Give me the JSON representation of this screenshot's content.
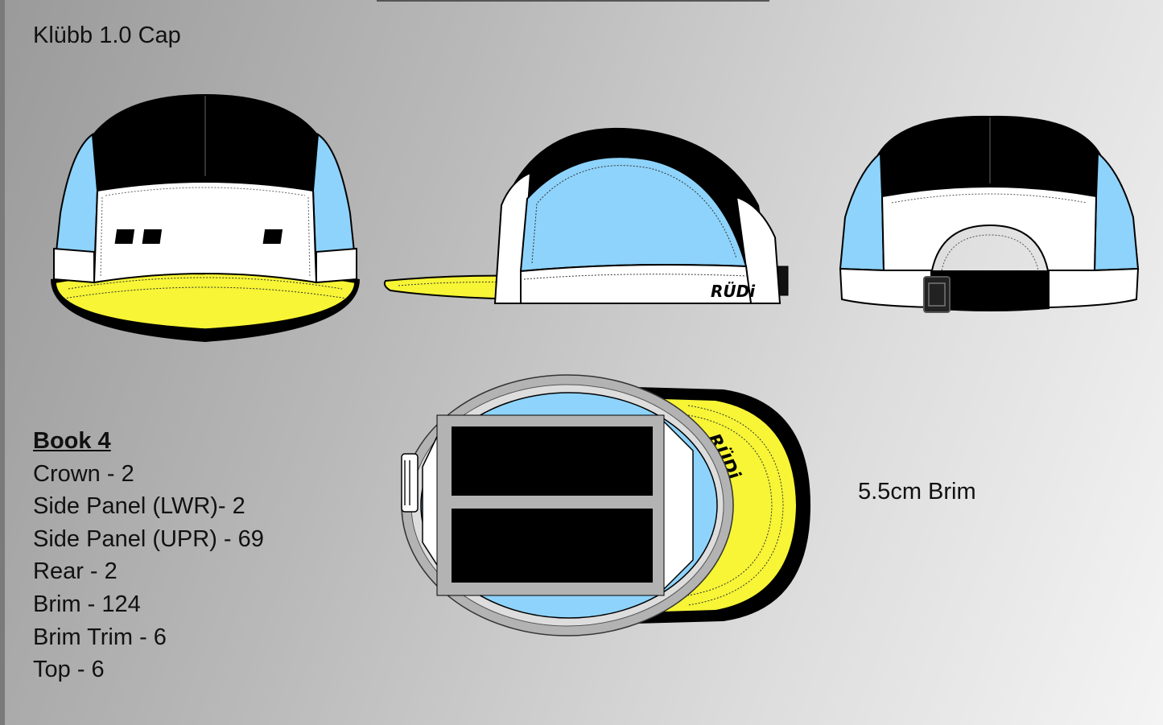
{
  "title": "Klübb 1.0 Cap",
  "brand_mark": "RÜDi",
  "spec": {
    "heading": "Book 4",
    "items": [
      "Crown -  2",
      "Side Panel (LWR)- 2",
      "Side Panel (UPR) -  69",
      "Rear - 2",
      "Brim - 124",
      "Brim Trim - 6",
      "Top - 6"
    ]
  },
  "brim_note": "5.5cm Brim",
  "colors": {
    "black": "#000000",
    "sky_blue": "#8ed3fb",
    "white": "#ffffff",
    "yellow": "#f7f535",
    "grey_tape": "#b3b3b3"
  },
  "views": [
    "front-view",
    "side-view",
    "back-view",
    "underside-view"
  ]
}
